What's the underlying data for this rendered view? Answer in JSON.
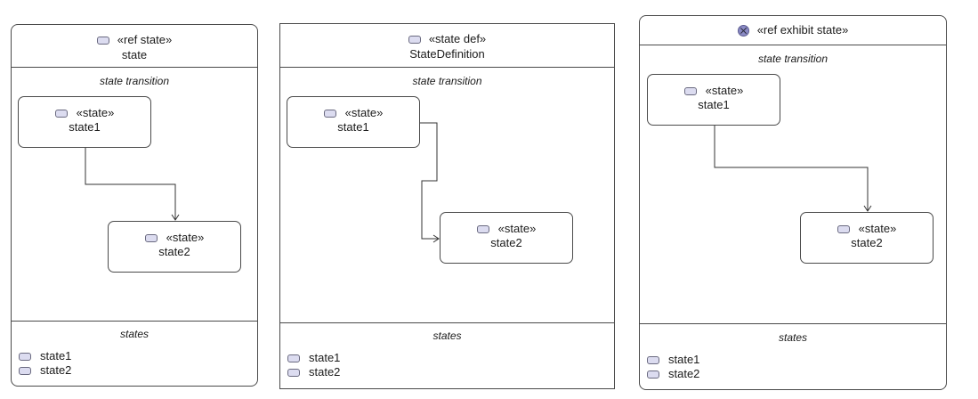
{
  "panels": [
    {
      "stereotype": "«ref state»",
      "name": "state",
      "header_icon": "state-icon",
      "section_title": "state transition",
      "nodes": [
        {
          "stereotype": "«state»",
          "name": "state1",
          "icon": "state-icon"
        },
        {
          "stereotype": "«state»",
          "name": "state2",
          "icon": "state-icon"
        }
      ],
      "states_title": "states",
      "states": [
        "state1",
        "state2"
      ]
    },
    {
      "stereotype": "«state def»",
      "name": "StateDefinition",
      "header_icon": "state-icon",
      "section_title": "state transition",
      "nodes": [
        {
          "stereotype": "«state»",
          "name": "state1",
          "icon": "state-icon"
        },
        {
          "stereotype": "«state»",
          "name": "state2",
          "icon": "state-icon"
        }
      ],
      "states_title": "states",
      "states": [
        "state1",
        "state2"
      ]
    },
    {
      "stereotype": "«ref exhibit state»",
      "header_icon": "exhibit-state-icon",
      "section_title": "state transition",
      "nodes": [
        {
          "stereotype": "«state»",
          "name": "state1",
          "icon": "state-icon"
        },
        {
          "stereotype": "«state»",
          "name": "state2",
          "icon": "state-icon"
        }
      ],
      "states_title": "states",
      "states": [
        "state1",
        "state2"
      ]
    }
  ],
  "colors": {
    "border": "#4a4a4a",
    "icon_fill": "#dcdcf0",
    "exhibit_icon_fill": "#8a8ac4"
  }
}
